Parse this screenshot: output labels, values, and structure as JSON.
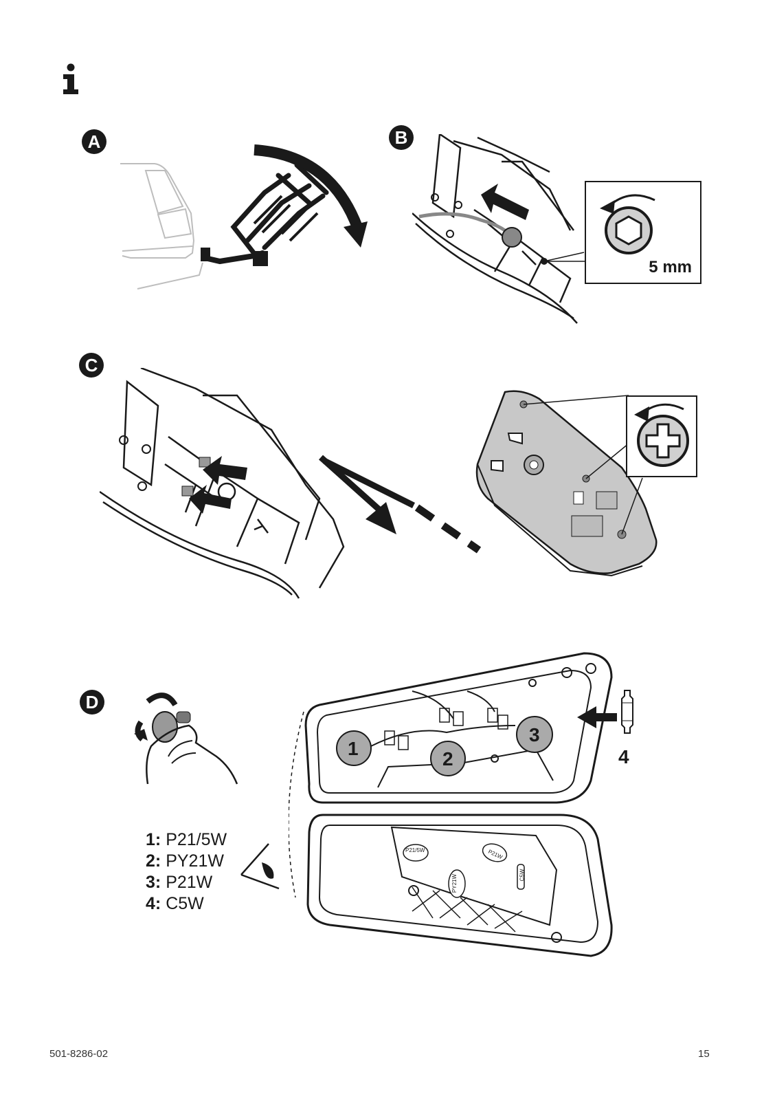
{
  "steps": [
    {
      "label": "A"
    },
    {
      "label": "B",
      "tool_size": "5 mm"
    },
    {
      "label": "C"
    },
    {
      "label": "D",
      "bulb_numbers": [
        "1",
        "2",
        "3",
        "4"
      ]
    }
  ],
  "legend": [
    {
      "key": "1:",
      "value": "P21/5W"
    },
    {
      "key": "2:",
      "value": "PY21W"
    },
    {
      "key": "3:",
      "value": "P21W"
    },
    {
      "key": "4:",
      "value": "C5W"
    }
  ],
  "spare_bulb_labels": [
    "P21/5W",
    "PY21W",
    "P21W",
    "C5W"
  ],
  "footer": {
    "document_code": "501-8286-02",
    "page_number": "15"
  },
  "icons": [
    "info-icon",
    "hex-key-icon",
    "phillips-screwdriver-icon",
    "eye-icon",
    "rotate-icon"
  ]
}
